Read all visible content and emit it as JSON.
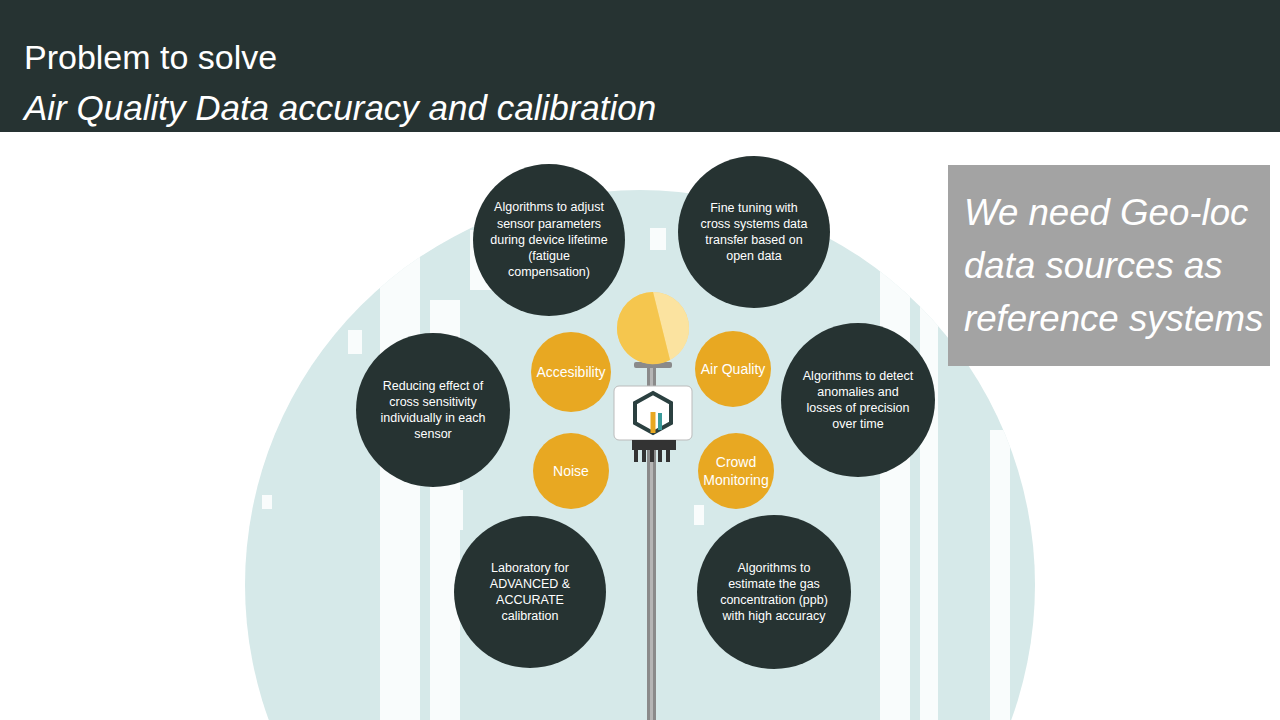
{
  "diagram": {
    "title": "Problem to solve",
    "nodes": [
      {
        "text": [
          "Algorithms to adjust sensor parameters during device lifetime (fatigue compensation)"
        ]
      },
      {
        "text": [
          "Fine tuning with cross systems data transfer based on open data"
        ]
      },
      {
        "text": [
          "We need Geo-loc data sources as reference systems"
        ]
      },
      {
        "text": [
          "Reducing effect of cross sensitivity individually in each sensor"
        ]
      },
      {
        "text": [
          "Accesibility"
        ]
      },
      {
        "text": [
          "Air Quality"
        ]
      },
      {
        "text": [
          "Algorithms to detect anomalies and losses of precision over time"
        ]
      },
      {
        "text": [
          "Noise"
        ]
      },
      {
        "text": [
          "Crowd Monitoring"
        ]
      },
      {
        "text": [
          "Laboratory for ADVANCED & ACCURATE calibration"
        ]
      },
      {
        "text": [
          "Algorithms to estimate the gas concentration (ppb) with high accuracy"
        ]
      }
    ],
    "labels": [
      "Air Quality Data accuracy and calibration"
    ]
  }
}
